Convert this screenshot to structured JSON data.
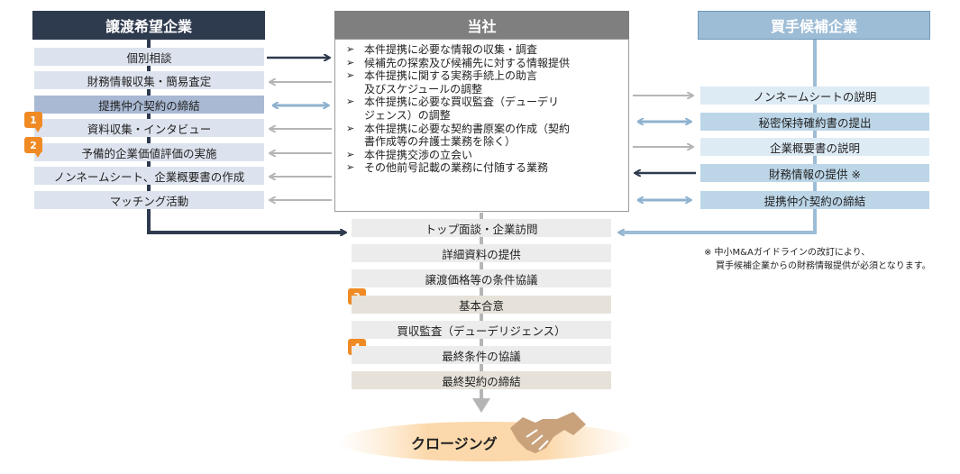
{
  "headers": {
    "seller": "譲渡希望企業",
    "center": "当社",
    "buyer": "買手候補企業"
  },
  "seller_steps": [
    "個別相談",
    "財務情報収集・簡易査定",
    "提携仲介契約の締結",
    "資料収集・インタビュー",
    "予備的企業価値評価の実施",
    "ノンネームシート、企業概要書の作成",
    "マッチング活動"
  ],
  "center_services": [
    "本件提携に必要な情報の収集・調査",
    "候補先の探索及び候補先に対する情報提供",
    "本件提携に関する実務手続上の助言\n及びスケジュールの調整",
    "本件提携に必要な買収監査（デューデリ\nジェンス）の調整",
    "本件提携に必要な契約書原案の作成（契約\n書作成等の弁護士業務を除く）",
    "本件提携交渉の立会い",
    "その他前号記載の業務に付随する業務"
  ],
  "buyer_steps": [
    "ノンネームシートの説明",
    "秘密保持確約書の提出",
    "企業概要書の説明",
    "財務情報の提供 ※",
    "提携仲介契約の締結"
  ],
  "process_steps": [
    "トップ面談・企業訪問",
    "詳細資料の提供",
    "譲渡価格等の条件協議",
    "基本合意",
    "買収監査（デューデリジェンス）",
    "最終条件の協議",
    "最終契約の締結"
  ],
  "badges": [
    "1",
    "2",
    "3",
    "4"
  ],
  "note": {
    "line1": "※ 中小M&Aガイドラインの改訂により、",
    "line2": "買手候補企業からの財務情報提供が必須となります。"
  },
  "closing": "クロージング",
  "colors": {
    "seller_header": "#2e3a4e",
    "center_header": "#7f7f7f",
    "buyer_header": "#9dbcd5",
    "dark_arrow": "#2e3a4e",
    "gray_arrow": "#b5b5b5",
    "blue_arrow": "#9dbcd5",
    "badge": "#f08a24"
  },
  "icons": {
    "bullet": "arrow-bullet-icon",
    "closing": "handshake-icon"
  }
}
